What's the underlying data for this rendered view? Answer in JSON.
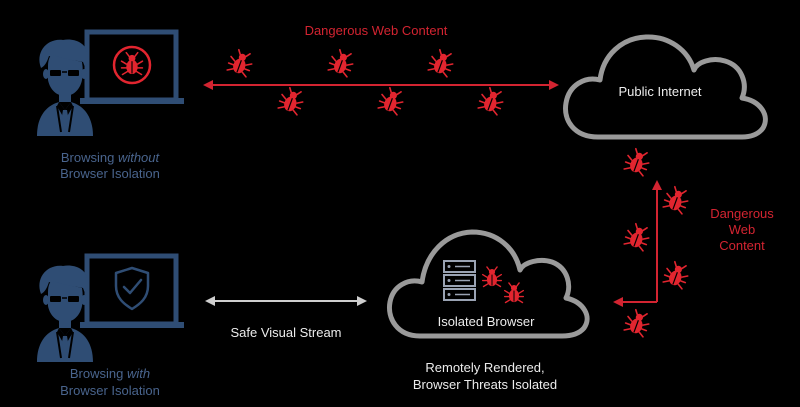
{
  "top_panel": {
    "dangerous_label": "Dangerous Web Content",
    "cloud_label": "Public Internet",
    "user_caption": {
      "line1_prefix": "Browsing ",
      "line1_emphasis": "without",
      "line2": "Browser Isolation"
    },
    "screen_icon": "bug-icon"
  },
  "right_panel": {
    "dangerous_label_lines": [
      "Dangerous",
      "Web",
      "Content"
    ]
  },
  "bottom_panel": {
    "stream_label": "Safe Visual Stream",
    "cloud_label": "Isolated Browser",
    "cloud_caption_lines": [
      "Remotely Rendered,",
      "Browser Threats Isolated"
    ],
    "user_caption": {
      "line1_prefix": "Browsing ",
      "line1_emphasis": "with",
      "line2": "Browser Isolation"
    },
    "screen_icon": "shield-check-icon",
    "server_icon": "server-icon"
  },
  "colors": {
    "threat_red": "#d32431",
    "bug_red": "#e2252f",
    "person_blue": "#2f4d74",
    "caption_blue": "#49648d",
    "cloud_gray": "#9a9a9a",
    "stream_gray": "#cfcfcf",
    "background": "#000000"
  }
}
